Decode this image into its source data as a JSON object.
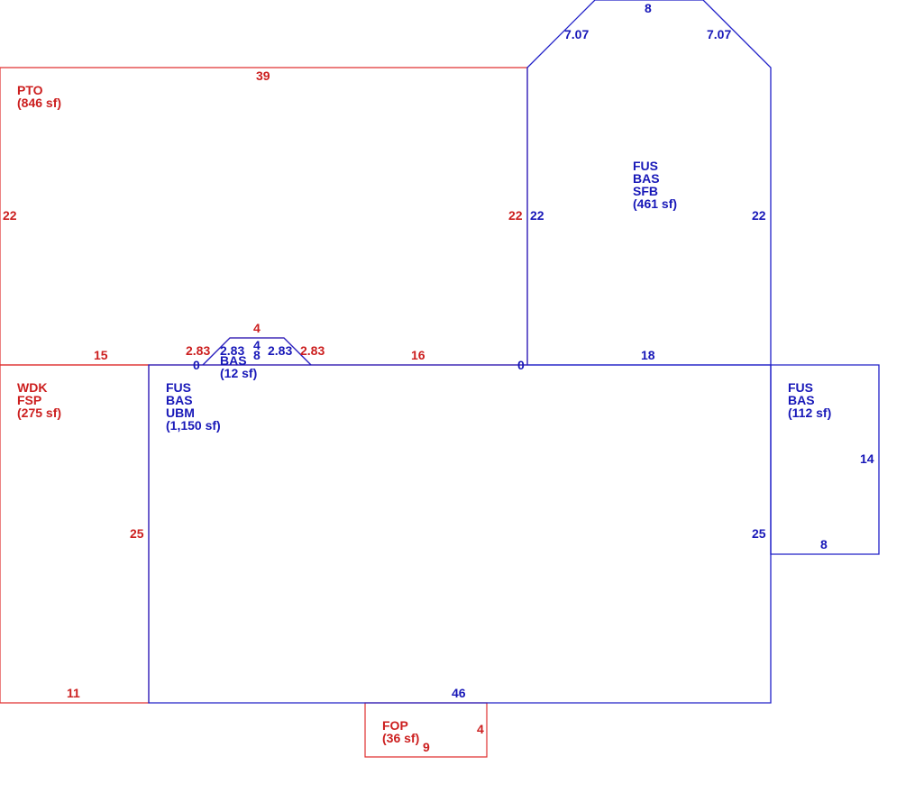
{
  "colors": {
    "red": "#cc1f1f",
    "blue": "#1818b8"
  },
  "areas": {
    "pto": {
      "lines": [
        "PTO",
        "(846 sf)"
      ]
    },
    "sfb": {
      "lines": [
        "FUS",
        "BAS",
        "SFB",
        "(461 sf)"
      ]
    },
    "wdk": {
      "lines": [
        "WDK",
        "FSP",
        "(275 sf)"
      ]
    },
    "ubm": {
      "lines": [
        "FUS",
        "BAS",
        "UBM",
        "(1,150 sf)"
      ]
    },
    "bay": {
      "lines": [
        "BAS",
        "(12 sf)"
      ]
    },
    "east": {
      "lines": [
        "FUS",
        "BAS",
        "(112 sf)"
      ]
    },
    "fop": {
      "lines": [
        "FOP",
        "(36 sf)"
      ]
    }
  },
  "dims": {
    "pto_top": "39",
    "pto_left": "22",
    "pto_right": "22",
    "pto_bottom_left": "15",
    "pto_bottom_mid": "16",
    "sfb_top": "8",
    "sfb_chamfer_left": "7.07",
    "sfb_chamfer_right": "7.07",
    "sfb_left": "22",
    "sfb_right": "22",
    "sfb_bottom": "18",
    "bay_outer_top": "4",
    "bay_outer_left": "2.83",
    "bay_outer_right": "2.83",
    "bay_inner_top": "4",
    "bay_inner_left": "2.83",
    "bay_inner_right": "2.83",
    "bay_inner_bottom": "8",
    "ubm_left_zero": "0",
    "ubm_mid_zero": "0",
    "wdk_left": "25",
    "wdk_bottom": "11",
    "ubm_bottom": "46",
    "ubm_right": "25",
    "east_right": "14",
    "east_bottom": "8",
    "fop_right": "4",
    "fop_bottom": "9"
  }
}
